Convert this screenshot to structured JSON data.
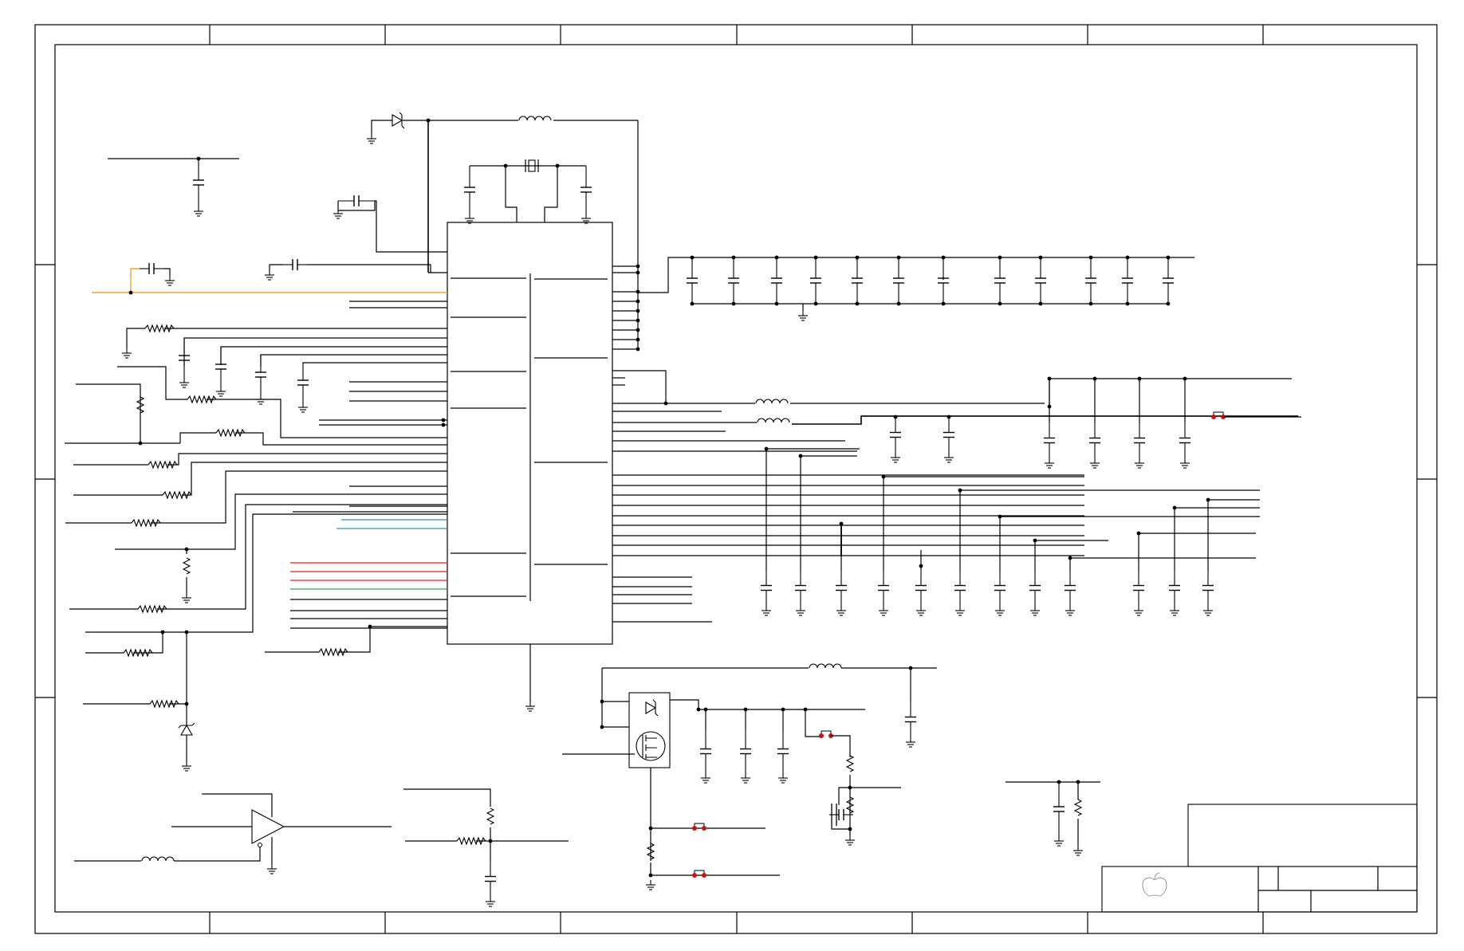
{
  "document": {
    "title": "",
    "sheet_number": "",
    "revision": ""
  },
  "title_block": {
    "logo_icon": "apple-logo-icon",
    "cells": []
  },
  "colors": {
    "wire": "#000000",
    "frame": "#000000",
    "orange_net": "#f0a030",
    "red_net": "#e02020",
    "green_net": "#30a050",
    "blue_net": "#3090c0",
    "jumper": "#d01010"
  },
  "components": {
    "main_ic": "integrated-circuit",
    "crystal": "crystal-oscillator",
    "regulator_fet": "mosfet",
    "amplifier": "op-amp"
  }
}
